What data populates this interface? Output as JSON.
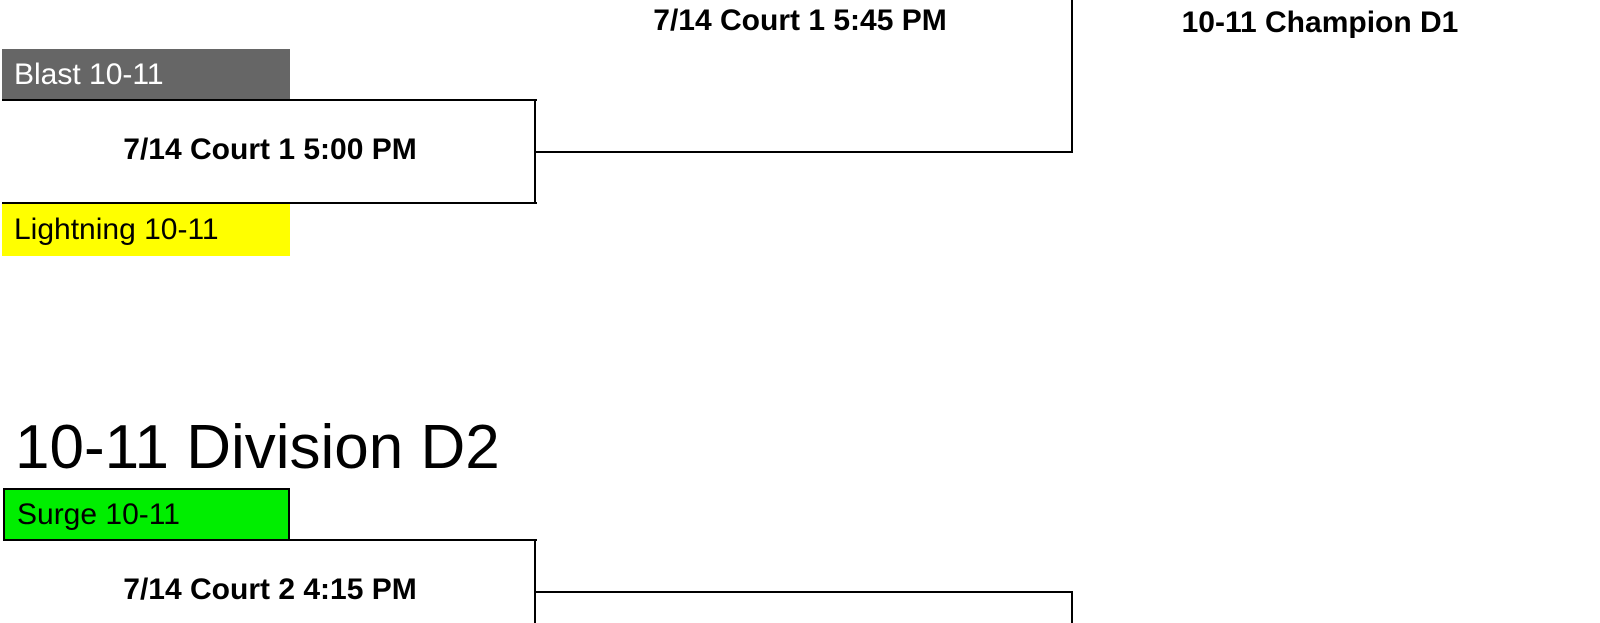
{
  "division_d1": {
    "teams": [
      {
        "name": "Blast 10-11",
        "color": "#666666"
      },
      {
        "name": "Lightning 10-11",
        "color": "#ffff00"
      }
    ],
    "games": [
      {
        "label": "7/14 Court 1 5:00 PM"
      },
      {
        "label": "7/14 Court 1 5:45 PM"
      }
    ],
    "champion_label": "10-11 Champion D1"
  },
  "division_d2": {
    "title": "10-11 Division D2",
    "teams": [
      {
        "name": "Surge 10-11",
        "color": "#00ee00"
      }
    ],
    "games": [
      {
        "label": "7/14 Court 2 4:15 PM"
      }
    ]
  }
}
